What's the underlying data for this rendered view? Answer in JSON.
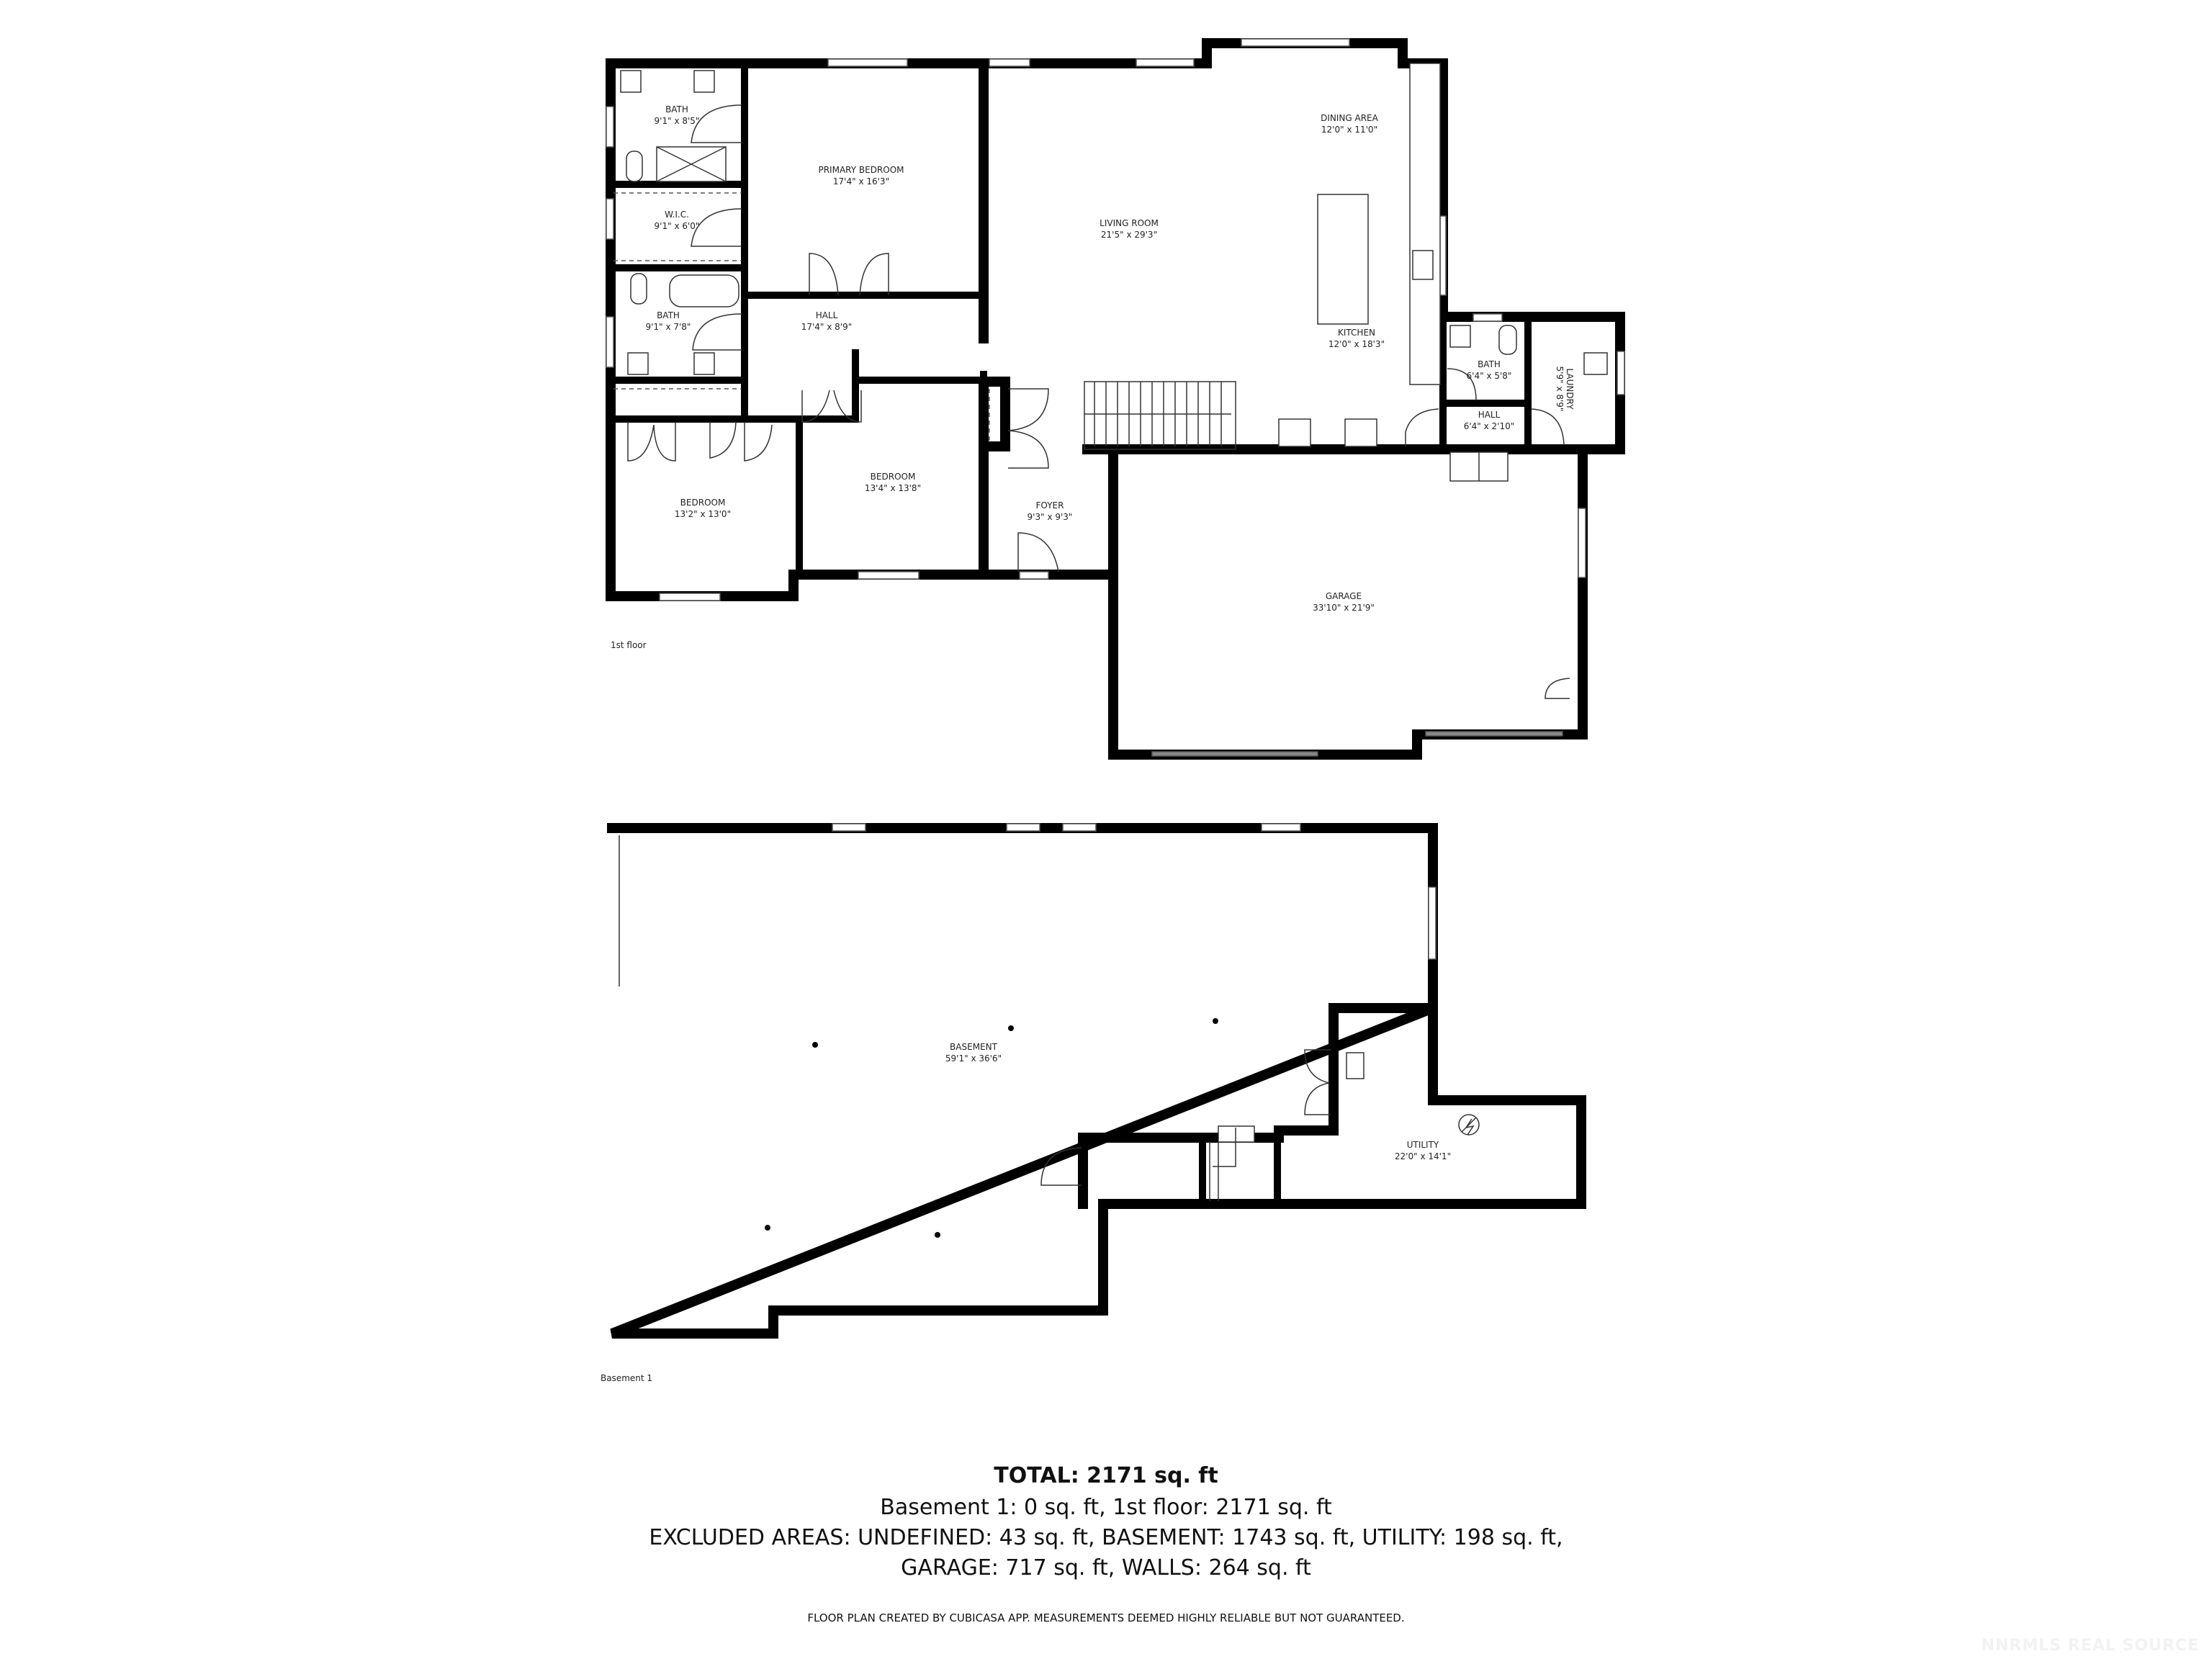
{
  "floors": {
    "first": {
      "label": "1st floor",
      "rooms": [
        {
          "name": "BATH",
          "size": "9'1\" x 8'5\""
        },
        {
          "name": "W.I.C.",
          "size": "9'1\" x 6'0\""
        },
        {
          "name": "BATH",
          "size": "9'1\" x 7'8\""
        },
        {
          "name": "PRIMARY BEDROOM",
          "size": "17'4\" x 16'3\""
        },
        {
          "name": "HALL",
          "size": "17'4\" x 8'9\""
        },
        {
          "name": "BEDROOM",
          "size": "13'2\" x 13'0\""
        },
        {
          "name": "BEDROOM",
          "size": "13'4\" x 13'8\""
        },
        {
          "name": "FOYER",
          "size": "9'3\" x 9'3\""
        },
        {
          "name": "LIVING ROOM",
          "size": "21'5\" x 29'3\""
        },
        {
          "name": "DINING AREA",
          "size": "12'0\" x 11'0\""
        },
        {
          "name": "KITCHEN",
          "size": "12'0\" x 18'3\""
        },
        {
          "name": "BATH",
          "size": "6'4\" x 5'8\""
        },
        {
          "name": "HALL",
          "size": "6'4\" x 2'10\""
        },
        {
          "name": "LAUNDRY",
          "size": "5'9\" x 8'9\""
        },
        {
          "name": "GARAGE",
          "size": "33'10\" x 21'9\""
        }
      ]
    },
    "basement": {
      "label": "Basement 1",
      "rooms": [
        {
          "name": "BASEMENT",
          "size": "59'1\" x 36'6\""
        },
        {
          "name": "UTILITY",
          "size": "22'0\" x 14'1\""
        }
      ]
    }
  },
  "summary": {
    "total": "TOTAL: 2171 sq. ft",
    "by_floor": "Basement 1: 0 sq. ft, 1st floor: 2171 sq. ft",
    "excluded_line1": "EXCLUDED AREAS: UNDEFINED: 43 sq. ft, BASEMENT: 1743 sq. ft, UTILITY: 198 sq. ft,",
    "excluded_line2": "GARAGE: 717 sq. ft, WALLS: 264 sq. ft",
    "disclaimer": "FLOOR PLAN CREATED BY CUBICASA APP. MEASUREMENTS DEEMED HIGHLY RELIABLE BUT NOT GUARANTEED."
  },
  "watermark": "NNRMLS REAL SOURCE"
}
